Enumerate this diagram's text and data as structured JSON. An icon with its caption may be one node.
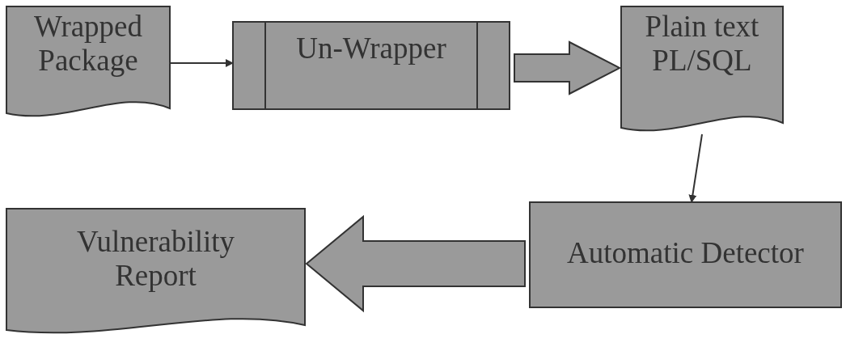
{
  "diagram": {
    "nodes": [
      {
        "text": [
          "Wrapped Package"
        ]
      },
      {
        "text": [
          "Un-Wrapper"
        ]
      },
      {
        "text": [
          "Plain text PL/SQL"
        ]
      },
      {
        "text": [
          "Automatic Detector"
        ]
      },
      {
        "text": [
          "Vulnerability Report"
        ]
      }
    ],
    "edges": [
      {
        "from": 0,
        "to": 1,
        "arrow": "to"
      },
      {
        "from": 1,
        "to": 2,
        "arrow": "to",
        "style": "thick"
      },
      {
        "from": 2,
        "to": 3,
        "arrow": "to"
      },
      {
        "from": 3,
        "to": 4,
        "arrow": "to",
        "style": "thick"
      }
    ]
  }
}
